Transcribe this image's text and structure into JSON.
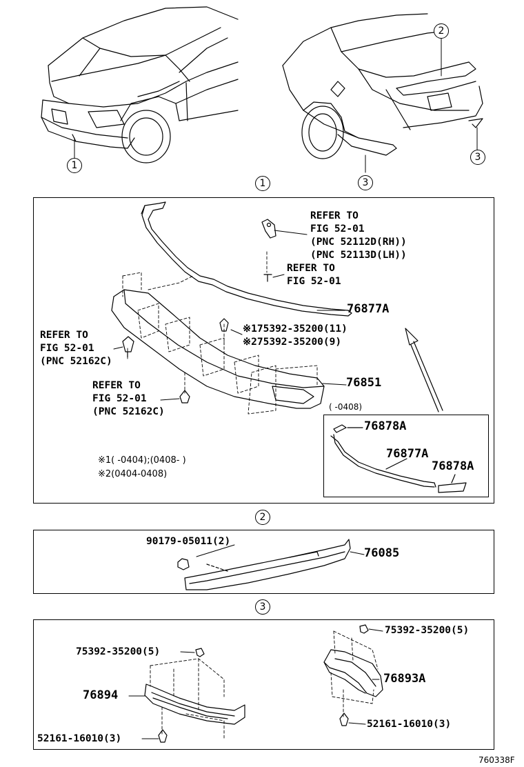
{
  "callouts": {
    "one": "1",
    "two": "2",
    "three": "3"
  },
  "panel1": {
    "refer_bracket": [
      "REFER TO",
      "FIG 52-01",
      "(PNC 52112D(RH))",
      "(PNC 52113D(LH))"
    ],
    "refer_bolt": [
      "REFER TO",
      "FIG 52-01"
    ],
    "refer_left_clip": [
      "REFER TO",
      "FIG 52-01",
      "(PNC 52162C)"
    ],
    "refer_lower_clip": [
      "REFER TO",
      "FIG 52-01",
      "(PNC 52162C)"
    ],
    "clip_part_1": "※175392-35200(11)",
    "clip_part_2": "※275392-35200(9)",
    "part_76877A": "76877A",
    "part_76851": "76851",
    "inset_date": "(   -0408)",
    "inset_76878A_top": "76878A",
    "inset_76877A": "76877A",
    "inset_76878A_right": "76878A",
    "note_1": "※1(      -0404);(0408-      )",
    "note_2": "※2(0404-0408)"
  },
  "panel2": {
    "nut_part": "90179-05011(2)",
    "spoiler_part": "76085"
  },
  "panel3": {
    "clip_left": "75392-35200(5)",
    "part_76894": "76894",
    "clip_left_bottom": "52161-16010(3)",
    "clip_right": "75392-35200(5)",
    "part_76893A": "76893A",
    "clip_right_bottom": "52161-16010(3)"
  },
  "figure_id": "760338F"
}
